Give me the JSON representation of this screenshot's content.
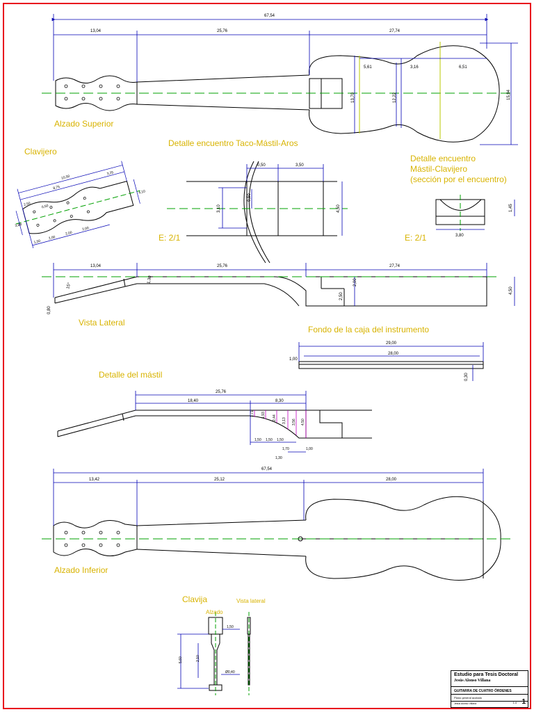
{
  "views": {
    "top_view": {
      "label": "Alzado Superior",
      "dims": {
        "total": "67,54",
        "head": "13,04",
        "neck": "25,76",
        "body": "27,74",
        "w1": "5,61",
        "w2": "3,16",
        "w3": "6,51",
        "h1": "13,70",
        "h2": "12,22",
        "h3": "15,94"
      }
    },
    "pegbox": {
      "label": "Clavijero",
      "dims": {
        "a": "10,50",
        "b": "8,75",
        "c": "3,25",
        "d": "2,50",
        "e": "0,50",
        "f": "2,00",
        "g": "2,00",
        "h": "2,00",
        "i": "1,50",
        "j": "3,88",
        "k": "4,10"
      }
    },
    "joint_detail": {
      "label": "Detalle encuentro Taco-Mástil-Aros",
      "scale": "E: 2/1",
      "dims": {
        "a": "0,50",
        "b": "3,50",
        "c": "3,10",
        "d": "4,50",
        "e": "0,50"
      }
    },
    "pegbox_joint": {
      "label_line1": "Detalle encuentro",
      "label_line2": "Mástil-Clavijero",
      "label_line3": "(sección por el encuentro)",
      "scale": "E: 2/1",
      "dims": {
        "w": "3,80",
        "h": "1,45"
      }
    },
    "side_view": {
      "label": "Vista Lateral",
      "dims": {
        "head": "13,04",
        "neck": "25,76",
        "body": "27,74",
        "angle": "15°",
        "thick": "1,30",
        "a": "2,00",
        "b": "2,50",
        "c": "4,50",
        "d": "0,80"
      }
    },
    "back": {
      "label": "Fondo de la caja del instrumento",
      "dims": {
        "a": "29,00",
        "b": "28,00",
        "c": "1,00",
        "d": "0,30"
      }
    },
    "neck_detail": {
      "label": "Detalle del mástil",
      "dims": {
        "total": "25,76",
        "a": "18,40",
        "b": "8,30",
        "c1": "1,71",
        "c2": "1,93",
        "c3": "2,44",
        "c4": "3,13",
        "c5": "3,56",
        "c6": "4,50",
        "s1": "1,50",
        "s2": "1,50",
        "s3": "1,50",
        "s4": "1,70",
        "s5": "1,30",
        "s6": "1,00"
      }
    },
    "bottom_view": {
      "label": "Alzado Inferior",
      "dims": {
        "total": "67,54",
        "head": "13,42",
        "neck": "25,12",
        "body": "28,00"
      }
    },
    "peg": {
      "label": "Clavija",
      "sub_front": "Alzado",
      "sub_side": "Vista lateral",
      "dims": {
        "a": "1,50",
        "b": "5,60",
        "c": "2,10",
        "d": "Ø0,40"
      }
    }
  },
  "title_block": {
    "title": "Estudio para Tesis Doctoral",
    "author": "Jesús Alonso Villana",
    "instrument": "GUITARRA DE CUATRO ÓRDENES",
    "drawing": "Plano general acotado",
    "drawn_by": "Jesús Alonso Villana",
    "sheet": "1",
    "scale": "1:4"
  },
  "colors": {
    "frame": "#e8001c",
    "dimension": "#0000b4",
    "axis": "#00a000",
    "text": "#d8b300",
    "construction": "#b8c800",
    "detail": "#c000c0"
  }
}
